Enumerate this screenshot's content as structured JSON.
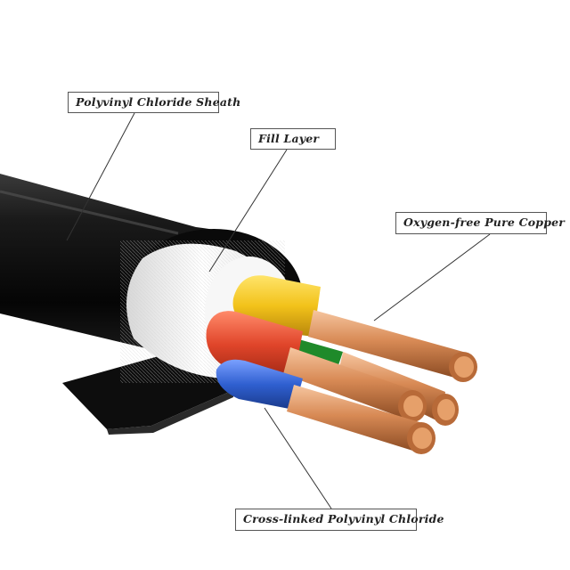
{
  "callouts": {
    "sheath": "Polyvinyl Chloride Sheath",
    "fill": "Fill Layer",
    "copper": "Oxygen-free Pure Copper",
    "xlpe": "Cross-linked Polyvinyl Chloride"
  },
  "colors": {
    "sheath": "#111111",
    "fill_layer": "#f2f2f2",
    "insulation_yellow": "#f2c21a",
    "insulation_red": "#e0452a",
    "insulation_blue": "#2f5fd0",
    "insulation_green": "#1f8a2a",
    "copper": "#d9905f"
  }
}
